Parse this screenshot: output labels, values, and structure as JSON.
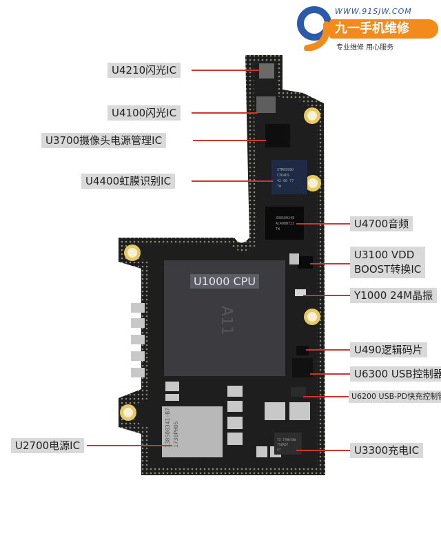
{
  "logo": {
    "url": "WWW.91SJW.COM",
    "brand": "九一手机维修",
    "slogan": "专业维修  用心服务",
    "digit": "9"
  },
  "cpu_marking": "U1000 CPU",
  "chip_markings": {
    "u4400": [
      "STM6999D",
      "C3D4DS",
      "42 08 77",
      "TW"
    ],
    "u4700": [
      "338S00248",
      "AC4DBW723",
      "TW"
    ],
    "u2700": [
      "338S00341-B7",
      "1730PHOS"
    ],
    "u3300": [
      "TI 77HKY3W",
      "TSZRQ7",
      "A7"
    ]
  },
  "labels": [
    {
      "id": "u4210",
      "text": "U4210闪光IC"
    },
    {
      "id": "u4100",
      "text": "U4100闪光IC"
    },
    {
      "id": "u3700",
      "text": "U3700摄像头电源管理IC"
    },
    {
      "id": "u4400",
      "text": "U4400虹膜识别IC"
    },
    {
      "id": "u4700",
      "text": "U4700音频"
    },
    {
      "id": "u3100",
      "line1": "U3100 VDD",
      "line2": "BOOST转换IC"
    },
    {
      "id": "y1000",
      "text": "Y1000 24M晶振"
    },
    {
      "id": "u490",
      "text": "U490逻辑码片"
    },
    {
      "id": "u6300",
      "text": "U6300 USB控制器"
    },
    {
      "id": "u6200",
      "text": "U6200 USB-PD快充控制管"
    },
    {
      "id": "u2700",
      "text": "U2700电源IC"
    },
    {
      "id": "u3300",
      "text": "U3300充电IC"
    }
  ],
  "colors": {
    "board": "#1d1e1d",
    "board_dots": "#8a8a7a",
    "cpu": "#3b3b40",
    "leader": "#d0352d",
    "label_bg": "#d9d9d9",
    "logo_orange": "#f28a1c",
    "logo_blue": "#2b5ba8",
    "screw": "#e8c860"
  }
}
